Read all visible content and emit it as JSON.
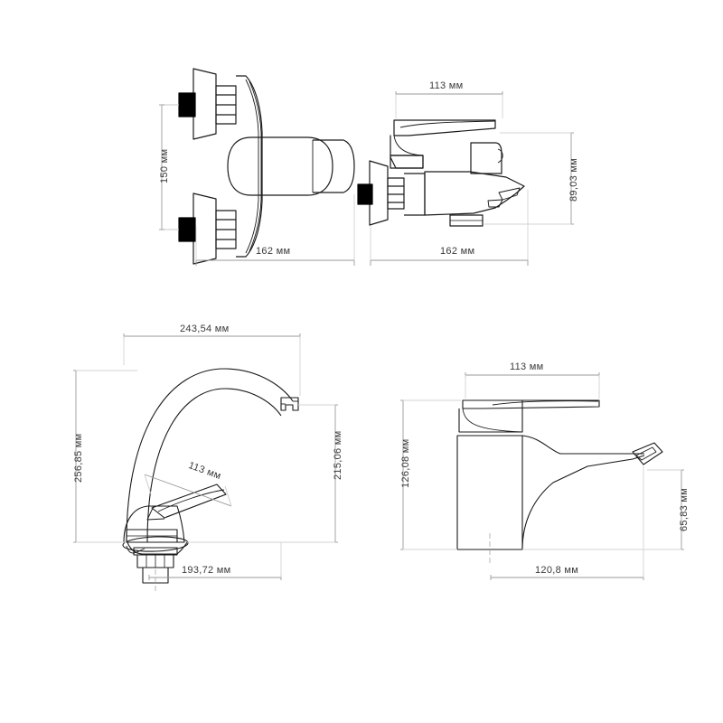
{
  "document": {
    "type": "technical-drawing-sheet",
    "unit_suffix": "мм",
    "background_color": "#ffffff",
    "line_color": "#1a1a1a",
    "dimension_line_color": "#9a9a9a",
    "dimension_text_color": "#3a3a3a",
    "accent_black_fill": "#000000"
  },
  "views": {
    "top_left": {
      "name": "wall-mounted-shower-mixer-front-view",
      "dimensions": {
        "height_label": "150 мм",
        "width_label": "162 мм"
      }
    },
    "top_right": {
      "name": "bath-mixer-side-view",
      "dimensions": {
        "handle_width_label": "113 мм",
        "height_label": "89,03 мм",
        "width_label": "162 мм"
      }
    },
    "bottom_left": {
      "name": "kitchen-faucet-side-view",
      "dimensions": {
        "spout_reach_label": "243,54 мм",
        "total_height_label": "256,85 мм",
        "lever_label": "113 мм",
        "spout_height_label": "215,06 мм",
        "base_width_label": "193,72 мм"
      }
    },
    "bottom_right": {
      "name": "basin-mixer-side-view",
      "dimensions": {
        "lever_width_label": "113 мм",
        "total_height_label": "126,08 мм",
        "spout_height_label": "65,83 мм",
        "depth_label": "120,8 мм"
      }
    }
  }
}
